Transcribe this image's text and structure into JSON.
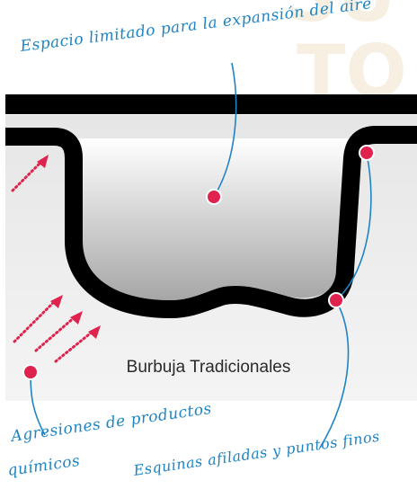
{
  "watermark": {
    "top_text": "SU",
    "bottom_text": "TO"
  },
  "annotations": {
    "limited_space": "Espacio limitado para la expansión del aire",
    "chemical_line1": "Agresiones de productos",
    "chemical_line2": "químicos",
    "sharp_corners": "Esquinas afiladas y puntos finos"
  },
  "diagram_title": "Burbuja Tradicionales",
  "colors": {
    "accent": "#e0234e",
    "callout": "#1e84c4",
    "outline": "#000000",
    "background_panel": "#eeeeee"
  },
  "icons": [
    "dotted-arrow-icon",
    "callout-dot-icon"
  ]
}
